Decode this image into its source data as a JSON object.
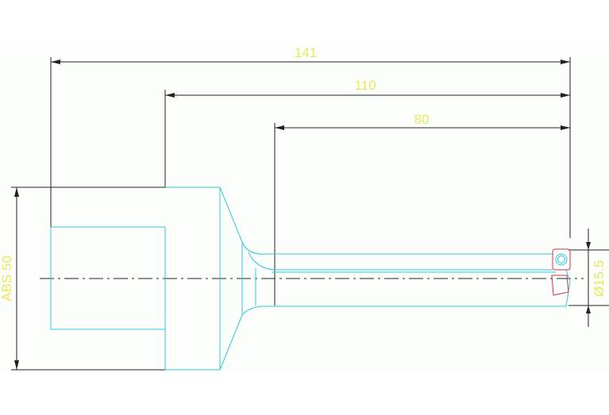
{
  "drawing": {
    "dimensions": {
      "overall_length": "141",
      "middle_length": "110",
      "bar_length": "80",
      "shank_diameter": "ABS  50",
      "bore_diameter": "Ø15.5"
    },
    "colors": {
      "dimension_text": "#e8e85a",
      "dimension_lines": "#222222",
      "part_outline": "#2fc9d8",
      "insert_outline": "#d8304a"
    }
  }
}
